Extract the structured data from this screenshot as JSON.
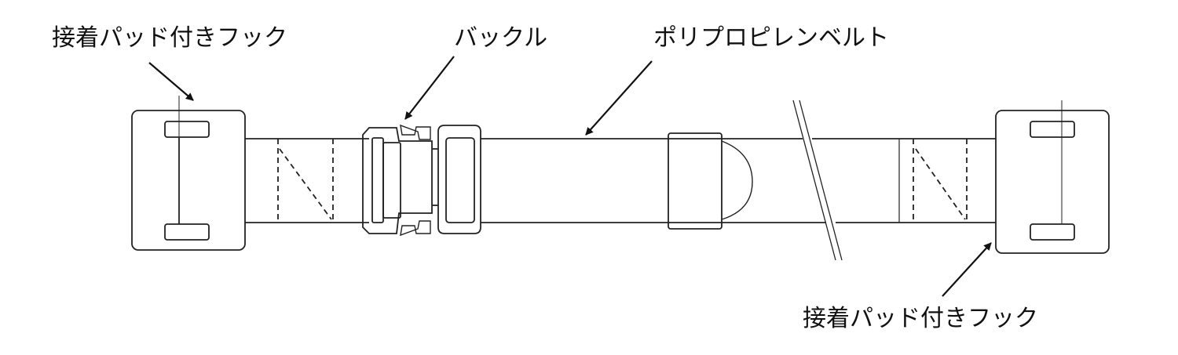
{
  "labels": {
    "hook_left": "接着パッド付きフック",
    "buckle": "バックル",
    "belt": "ポリプロピレンベルト",
    "hook_right": "接着パッド付きフック"
  },
  "colors": {
    "stroke": "#222222",
    "background": "#ffffff"
  }
}
